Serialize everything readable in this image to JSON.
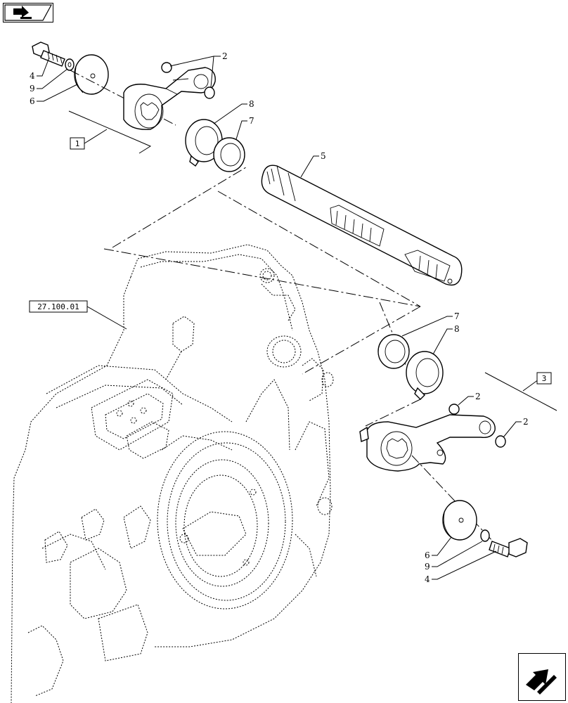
{
  "navigation": {
    "prev_icon": "arrow-right-parallelogram-icon",
    "next_icon": "arrow-down-left-icon"
  },
  "reference_boxes": {
    "group_1": "1",
    "group_3": "3",
    "section_ref": "27.100.01"
  },
  "callouts": {
    "upper": {
      "bolt": "4",
      "washer": "9",
      "plate": "6",
      "bushings": "2",
      "ring_8": "8",
      "ring_7": "7",
      "shaft": "5"
    },
    "lower": {
      "ring_7": "7",
      "ring_8": "8",
      "bushing_a": "2",
      "bushing_b": "2",
      "plate": "6",
      "washer": "9",
      "bolt": "4"
    }
  },
  "colors": {
    "line": "#000000",
    "background": "#ffffff"
  }
}
